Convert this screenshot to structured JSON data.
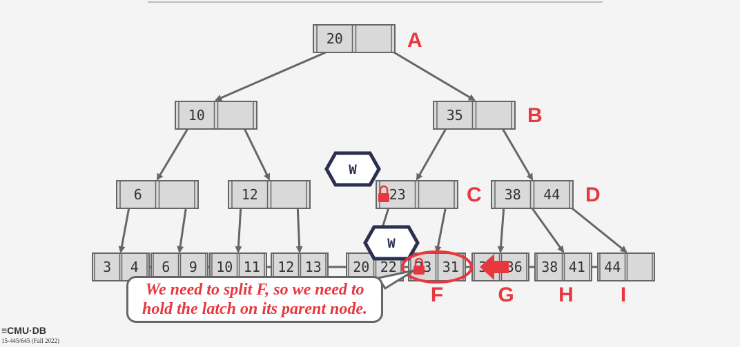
{
  "nodes": [
    {
      "id": "A",
      "label": "A",
      "keys": [
        "20",
        ""
      ]
    },
    {
      "id": "B",
      "label": "B",
      "keys": [
        "35",
        ""
      ]
    },
    {
      "id": "P10",
      "label": "",
      "keys": [
        "10",
        ""
      ]
    },
    {
      "id": "C",
      "label": "C",
      "keys": [
        "23",
        ""
      ]
    },
    {
      "id": "D",
      "label": "D",
      "keys": [
        "38",
        "44"
      ]
    },
    {
      "id": "P6",
      "label": "",
      "keys": [
        "6",
        ""
      ]
    },
    {
      "id": "P12",
      "label": "",
      "keys": [
        "12",
        ""
      ]
    },
    {
      "id": "L1",
      "label": "",
      "keys": [
        "3",
        "4"
      ]
    },
    {
      "id": "L2",
      "label": "",
      "keys": [
        "6",
        "9"
      ]
    },
    {
      "id": "L3",
      "label": "",
      "keys": [
        "10",
        "11"
      ]
    },
    {
      "id": "L4",
      "label": "",
      "keys": [
        "12",
        "13"
      ]
    },
    {
      "id": "L5",
      "label": "",
      "keys": [
        "20",
        "22"
      ]
    },
    {
      "id": "F",
      "label": "F",
      "keys": [
        "23",
        "31"
      ]
    },
    {
      "id": "G",
      "label": "G",
      "keys": [
        "35",
        "36"
      ]
    },
    {
      "id": "H",
      "label": "H",
      "keys": [
        "38",
        "41"
      ]
    },
    {
      "id": "I",
      "label": "I",
      "keys": [
        "44",
        ""
      ]
    }
  ],
  "latches": [
    {
      "label": "W",
      "on": "C"
    },
    {
      "label": "W",
      "on": "F"
    }
  ],
  "callout": {
    "line1": "We need to split F, so we need to",
    "line2": "hold the latch on its parent node."
  },
  "colors": {
    "accent": "#e8373f",
    "latch": "#2c3050",
    "node_fill": "#d9d9d9",
    "node_stroke": "#666666"
  },
  "footer": {
    "logo": "≡CMU·DB",
    "course": "15-445/645 (Fall 2022)"
  }
}
